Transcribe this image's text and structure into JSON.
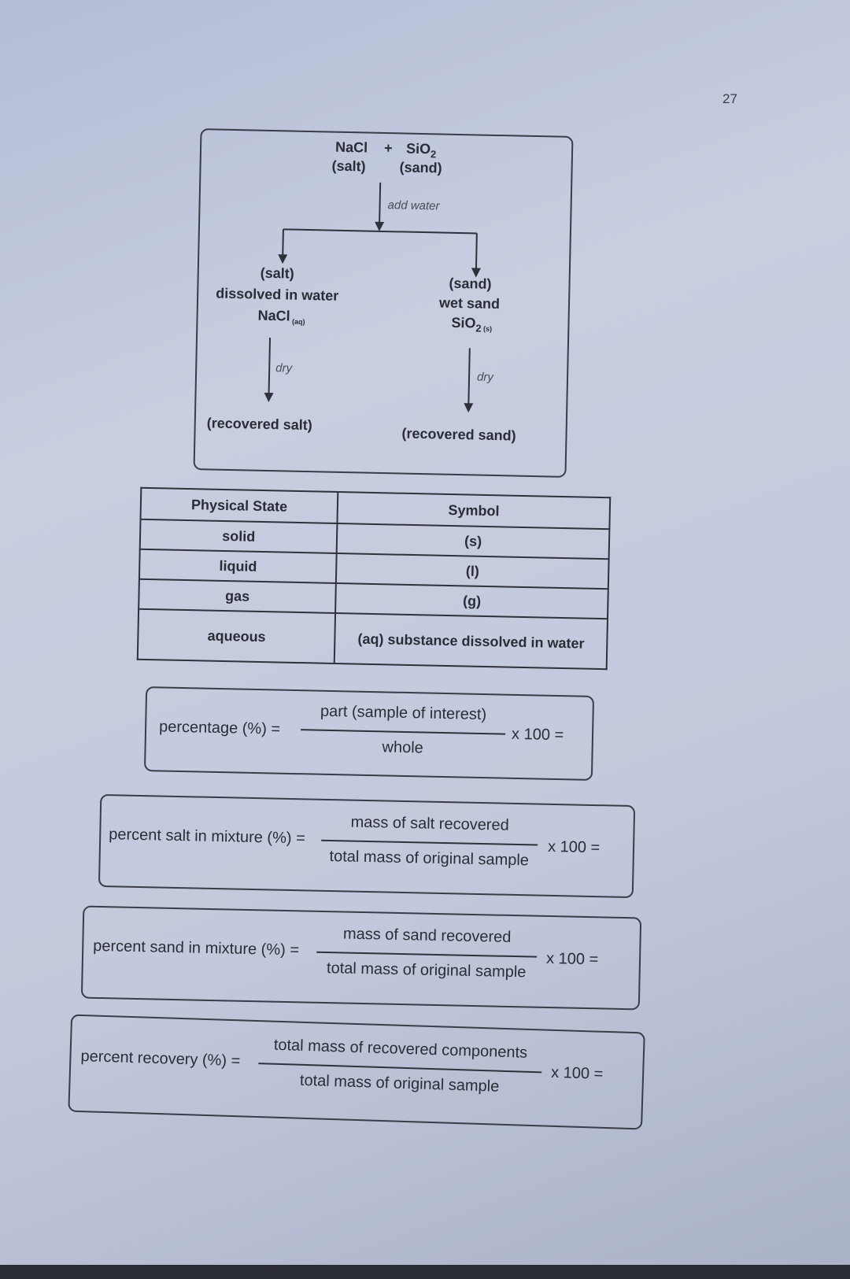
{
  "page_number": "27",
  "flowchart": {
    "nacl": "NaCl",
    "plus": "+",
    "sio": "SiO",
    "sio_sub": "2",
    "salt": "(salt)",
    "sand": "(sand)",
    "add_water": "add water",
    "left_salt": "(salt)",
    "dissolved": "dissolved in water",
    "nacl_aq": "NaCl",
    "aq": "(aq)",
    "right_sand": "(sand)",
    "wet_sand": "wet sand",
    "sio_s": "SiO",
    "sio_s_sub": "2",
    "s": "(s)",
    "dry_left": "dry",
    "dry_right": "dry",
    "recovered_salt": "(recovered salt)",
    "recovered_sand": "(recovered sand)"
  },
  "state_table": {
    "headers": [
      "Physical State",
      "Symbol"
    ],
    "rows": [
      [
        "solid",
        "(s)"
      ],
      [
        "liquid",
        "(l)"
      ],
      [
        "gas",
        "(g)"
      ],
      [
        "aqueous",
        "(aq) substance dissolved in water"
      ]
    ]
  },
  "formulas": [
    {
      "label": "percentage (%) =",
      "numerator": "part (sample of interest)",
      "denominator": "whole",
      "multiplier": "x 100 ="
    },
    {
      "label": "percent salt in mixture (%) =",
      "numerator": "mass of salt recovered",
      "denominator": "total mass of original sample",
      "multiplier": "x 100 ="
    },
    {
      "label": "percent sand in mixture (%) =",
      "numerator": "mass of sand recovered",
      "denominator": "total mass of original sample",
      "multiplier": "x 100 ="
    },
    {
      "label": "percent recovery (%) =",
      "numerator": "total mass of recovered components",
      "denominator": "total mass of original sample",
      "multiplier": "x 100 ="
    }
  ]
}
